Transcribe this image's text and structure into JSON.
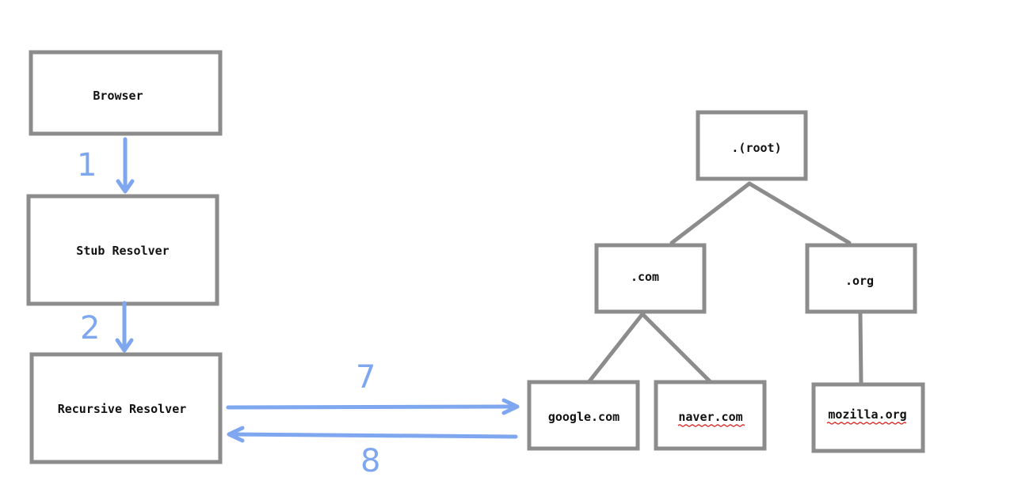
{
  "diagram": {
    "nodes": {
      "browser": {
        "label": "Browser"
      },
      "stub_resolver": {
        "label": "Stub Resolver"
      },
      "recursive_resolver": {
        "label": "Recursive Resolver"
      },
      "root": {
        "label": ".(root)"
      },
      "com": {
        "label": ".com"
      },
      "org": {
        "label": ".org"
      },
      "google": {
        "label": "google.com"
      },
      "naver": {
        "label": "naver.com"
      },
      "mozilla": {
        "label": "mozilla.org"
      }
    },
    "steps": {
      "step1": "1",
      "step2": "2",
      "step7": "7",
      "step8": "8"
    },
    "colors": {
      "box_border": "#8c8c8c",
      "arrow": "#7fa7ef",
      "spellcheck": "#d9302c"
    }
  }
}
